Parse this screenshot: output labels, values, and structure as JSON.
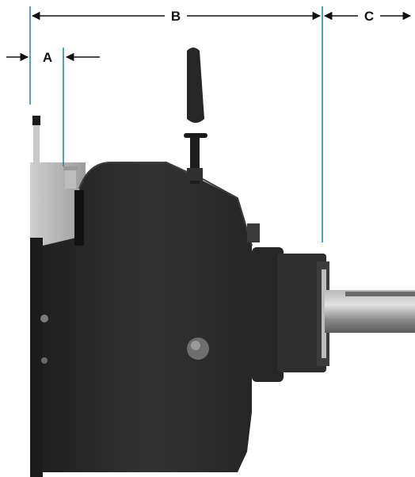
{
  "dimensions": {
    "a": {
      "label": "A"
    },
    "b": {
      "label": "B"
    },
    "c": {
      "label": "C"
    }
  },
  "colors": {
    "guide_line": "#1f7fa6",
    "arrow": "#111111",
    "housing": "#2a2a2a",
    "shaft": "#8d8d8d"
  }
}
